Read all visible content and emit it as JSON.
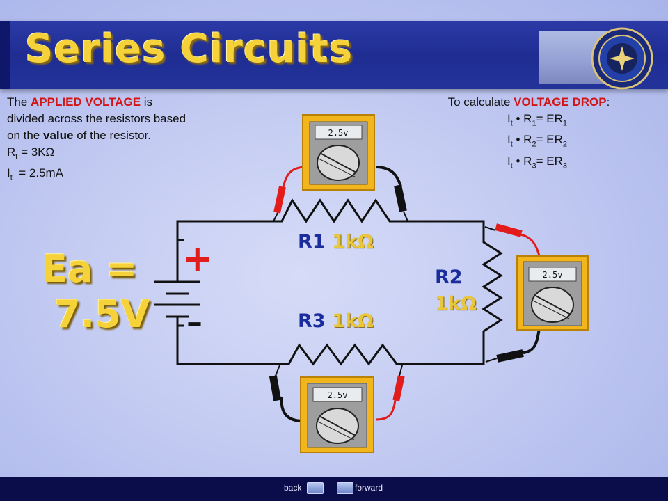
{
  "slide": {
    "title": "Series Circuits",
    "left_text": {
      "line1_pre": "The ",
      "line1_red": "APPLIED VOLTAGE",
      "line1_post": " is",
      "line2": "divided across the resistors based",
      "line3_pre": "on the ",
      "line3_bold": "value",
      "line3_post": " of the resistor.",
      "rt_label": "R",
      "rt_sub": "t",
      "rt_value": " = 3KΩ",
      "it_label": "I",
      "it_sub": "t",
      "it_value": "  = 2.5mA"
    },
    "right_text": {
      "line1_pre": "To calculate ",
      "line1_red": "VOLTAGE DROP",
      "line1_post": ":",
      "formulas": [
        {
          "i": "I",
          "isub": "t",
          "r": " • R",
          "rsub": "1",
          "eq": "= ER",
          "esub": "1"
        },
        {
          "i": "I",
          "isub": "t",
          "r": " • R",
          "rsub": "2",
          "eq": "= ER",
          "esub": "2"
        },
        {
          "i": "I",
          "isub": "t",
          "r": " • R",
          "rsub": "3",
          "eq": "= ER",
          "esub": "3"
        }
      ]
    },
    "source": {
      "ea_line1": "Ea =",
      "ea_line2": "7.5V",
      "plus": "+",
      "minus": "–"
    },
    "resistors": {
      "r1_name": "R1",
      "r1_value": "1kΩ",
      "r2_name": "R2",
      "r2_value": "1kΩ",
      "r3_name": "R3",
      "r3_value": "1kΩ"
    },
    "meters": {
      "top_reading": "2.5v",
      "right_reading": "2.5v",
      "bottom_reading": "2.5v"
    },
    "nav": {
      "back_label": "back",
      "forward_label": "forward"
    },
    "colors": {
      "title": "#f5d23a",
      "accent_red": "#d41515",
      "resistor_label": "#1b2d9c",
      "meter_frame": "#f2b51c",
      "footer": "#0a0d49"
    }
  }
}
